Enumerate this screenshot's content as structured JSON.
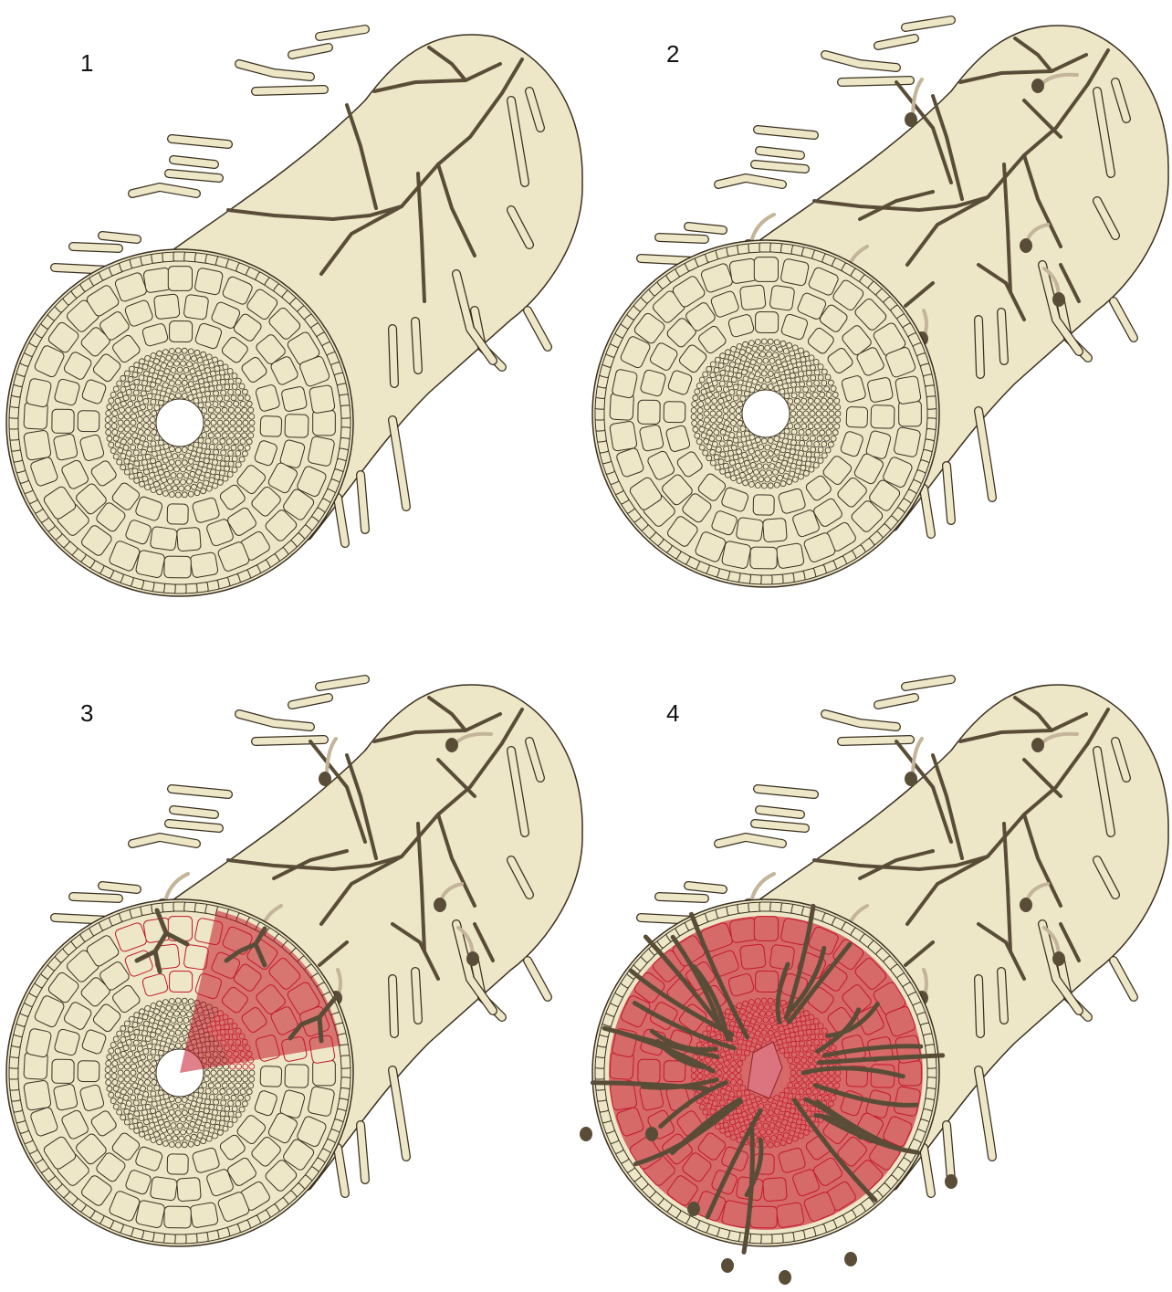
{
  "colors": {
    "root_fill": "#ede7c8",
    "outline": "#3a3020",
    "hypha": "#5a4d38",
    "germ_tube": "#c4b49a",
    "infection": "#c4172a",
    "background": "#ffffff"
  },
  "panels": [
    {
      "label": "1",
      "stage": 1
    },
    {
      "label": "2",
      "stage": 2
    },
    {
      "label": "3",
      "stage": 3
    },
    {
      "label": "4",
      "stage": 4
    }
  ]
}
